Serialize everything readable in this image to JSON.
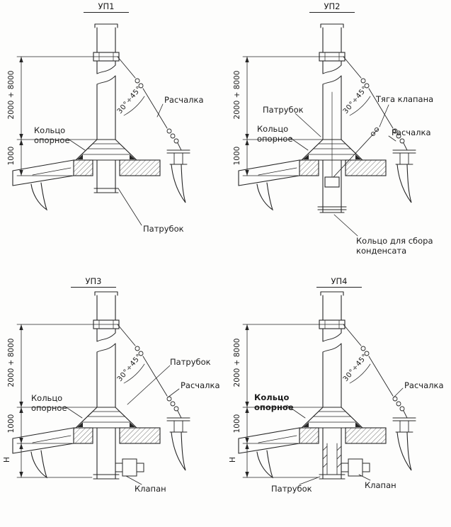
{
  "figures": {
    "up1": {
      "title": "УП1",
      "angle": "30°÷45°",
      "dim_upper": "2000 + 8000",
      "dim_lower": "1000",
      "labels": {
        "raschalka": "Расчалка",
        "kolco_opornoe": "Кольцо\nопорное",
        "patrubok": "Патрубок"
      }
    },
    "up2": {
      "title": "УП2",
      "angle": "30°÷45°",
      "dim_upper": "2000 + 8000",
      "dim_lower": "1000",
      "labels": {
        "tyaga_klapana": "Тяга клапана",
        "patrubok": "Патрубок",
        "kolco_opornoe": "Кольцо\nопорное",
        "raschalka": "Расчалка",
        "kolco_kondensata": "Кольцо для сбора\nконденсата"
      }
    },
    "up3": {
      "title": "УП3",
      "angle": "30°÷45°",
      "dim_upper": "2000 + 8000",
      "dim_lower": "1000",
      "dim_h": "Н",
      "labels": {
        "patrubok": "Патрубок",
        "raschalka": "Расчалка",
        "kolco_opornoe": "Кольцо\nопорное",
        "klapan": "Клапан"
      }
    },
    "up4": {
      "title": "УП4",
      "angle": "30°÷45°",
      "dim_upper": "2000 + 8000",
      "dim_lower": "1000",
      "dim_h": "Н",
      "labels": {
        "raschalka": "Расчалка",
        "kolco_opornoe": "Кольцо\nопорное",
        "patrubok": "Патрубок",
        "klapan": "Клапан"
      }
    }
  }
}
